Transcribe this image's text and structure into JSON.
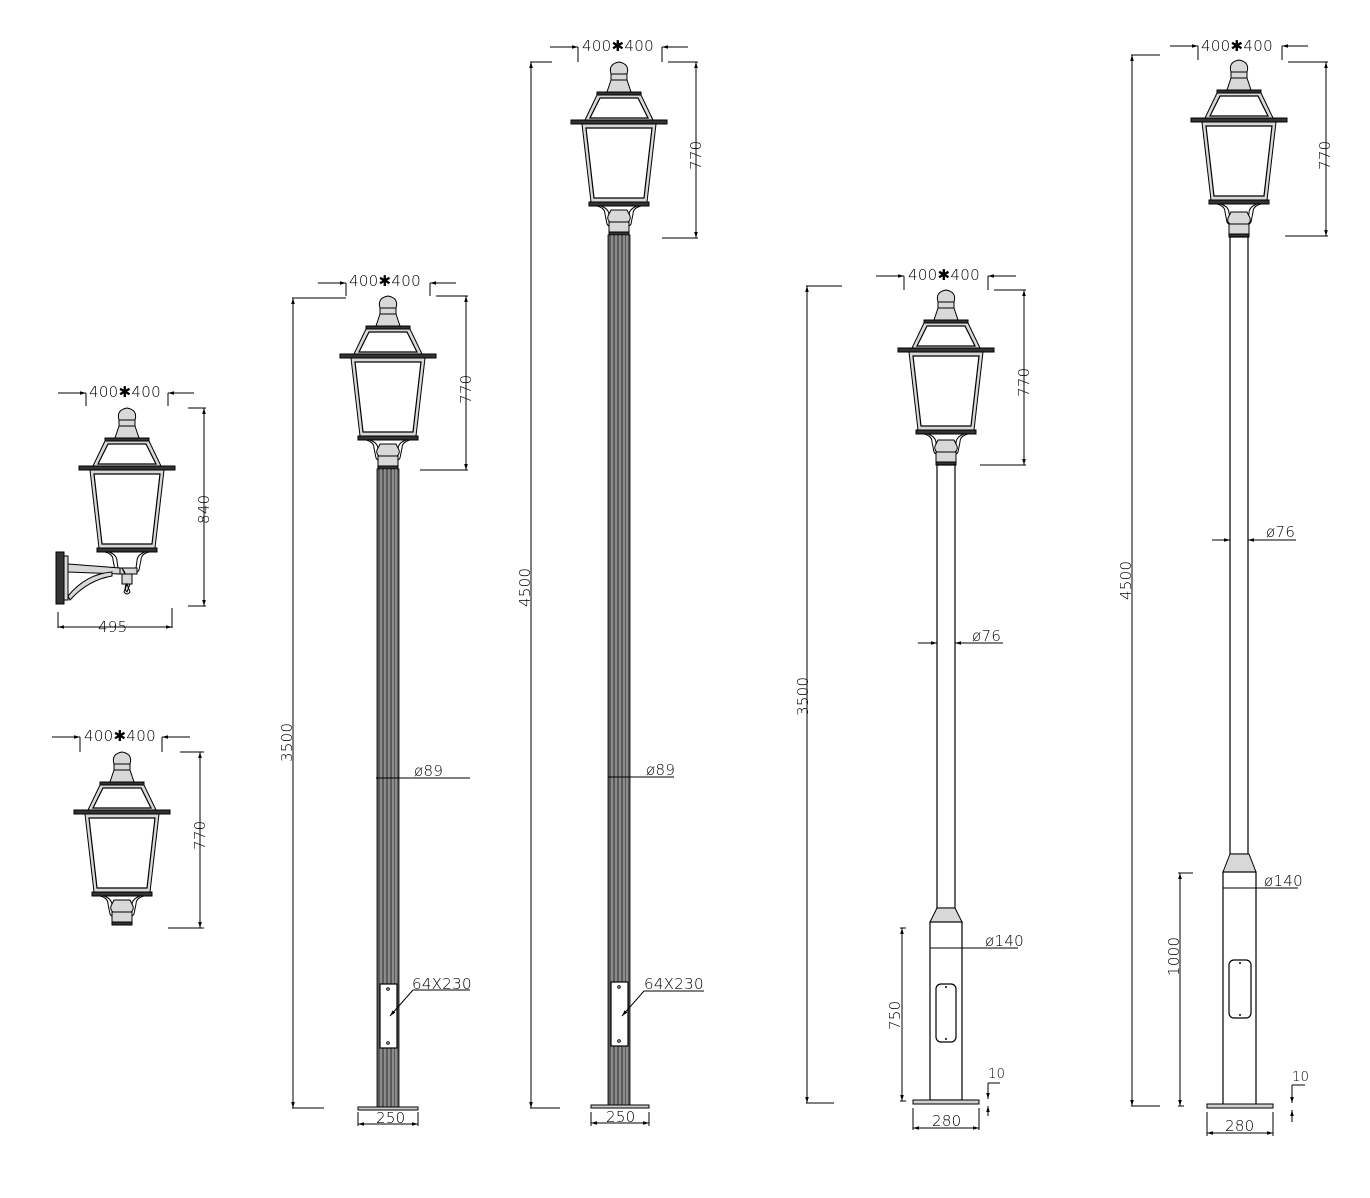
{
  "drawing": {
    "type": "technical elevation drawing of street lamp variants",
    "line_color": "#000000",
    "background": "#ffffff"
  },
  "lamps": [
    {
      "id": "wall-bracket",
      "head_size": "400✱400",
      "height": "840",
      "projection": "495"
    },
    {
      "id": "post-top-head",
      "head_size": "400✱400",
      "height": "770"
    },
    {
      "id": "fluted-pole-3500",
      "head_size": "400✱400",
      "head_height": "770",
      "total_height": "3500",
      "pole_diameter": "ø89",
      "door_size": "64X230",
      "base_width": "250"
    },
    {
      "id": "fluted-pole-4500",
      "head_size": "400✱400",
      "head_height": "770",
      "total_height": "4500",
      "pole_diameter": "ø89",
      "door_size": "64X230",
      "base_width": "250"
    },
    {
      "id": "plain-pole-3500",
      "head_size": "400✱400",
      "head_height": "770",
      "total_height": "3500",
      "pole_diameter": "ø76",
      "base_diameter": "ø140",
      "base_section_height": "750",
      "plate_thickness": "10",
      "plate_width": "280"
    },
    {
      "id": "plain-pole-4500",
      "head_size": "400✱400",
      "head_height": "770",
      "total_height": "4500",
      "pole_diameter": "ø76",
      "base_diameter": "ø140",
      "base_section_height": "1000",
      "plate_thickness": "10",
      "plate_width": "280"
    }
  ]
}
